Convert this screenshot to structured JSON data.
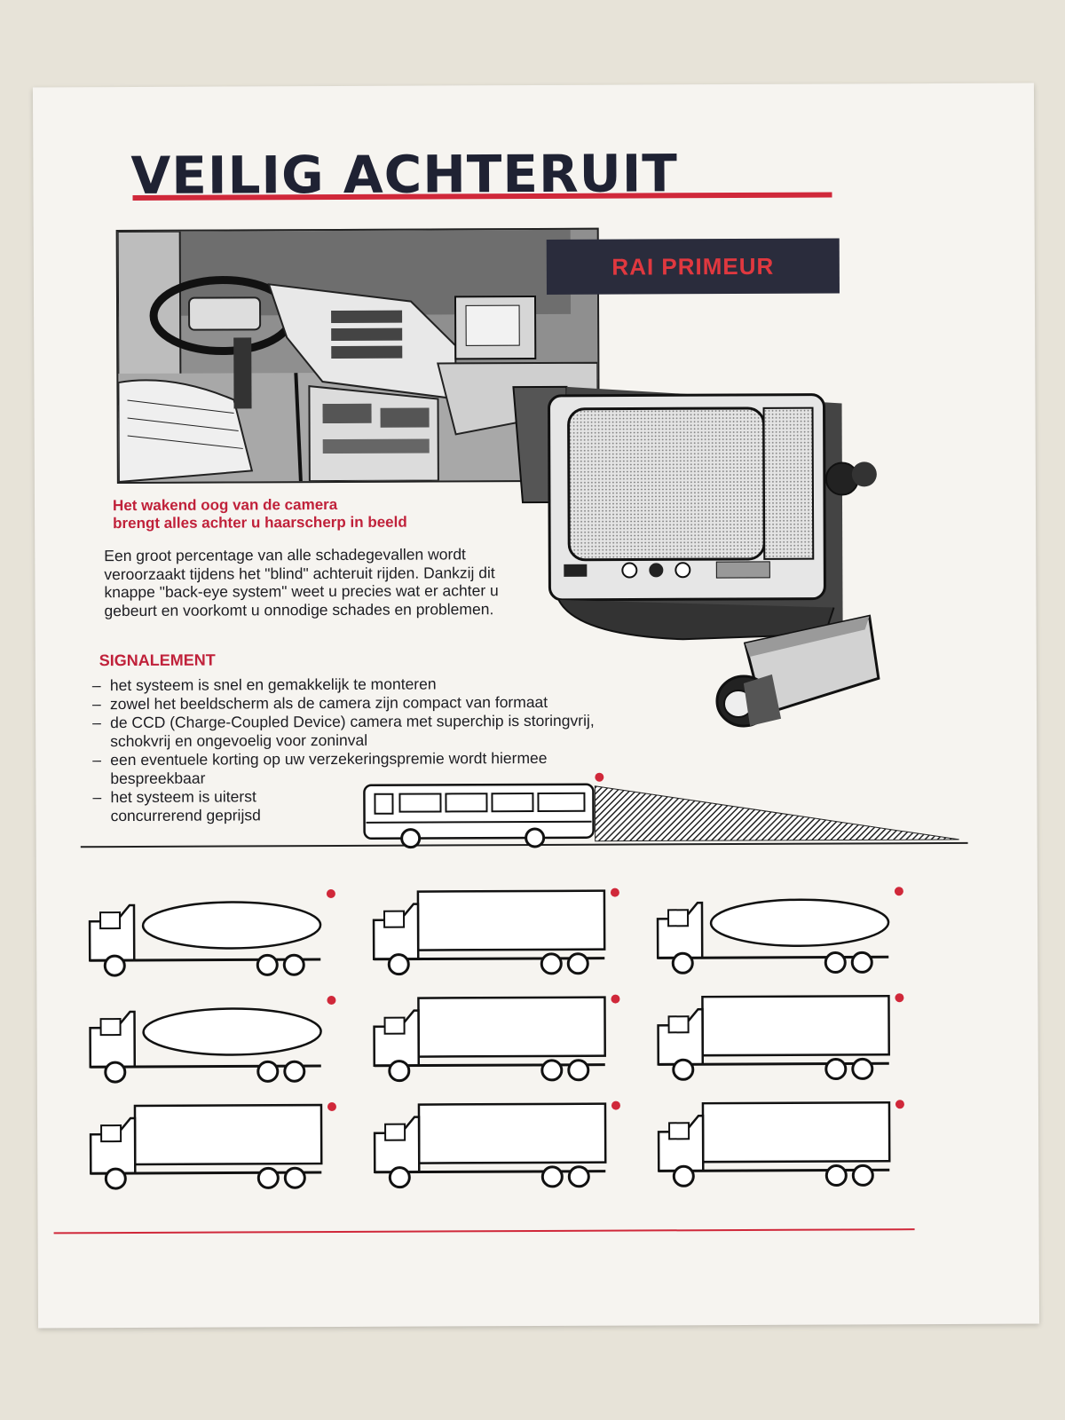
{
  "title": "VEILIG ACHTERUIT",
  "badge": "RAI PRIMEUR",
  "subhead": [
    "Het wakend oog van de camera",
    "brengt alles  achter u haarscherp in beeld"
  ],
  "intro": "Een groot percentage van alle schadegevallen wordt veroorzaakt tijdens het \"blind\" achteruit rijden. Dankzij dit knappe \"back-eye system\" weet u precies wat er achter u gebeurt en voorkomt u onnodige schades en problemen.",
  "signalement": {
    "heading": "SIGNALEMENT",
    "items": [
      "het systeem is snel en gemakkelijk te monteren",
      "zowel het beeldscherm als de camera zijn compact van formaat",
      "de CCD (Charge-Coupled Device) camera met superchip is storingvrij, schokvrij en ongevoelig voor zoninval",
      "een eventuele korting op uw verzekeringspremie wordt hiermee bespreekbaar",
      "het systeem is uiterst concurrerend geprijsd"
    ]
  },
  "colors": {
    "title": "#1f2233",
    "accent": "#d0283a",
    "badge_bg": "#2a2c3c"
  },
  "illustrations": {
    "cockpit": "bus-dashboard-illustration",
    "monitor": "monitor-illustration",
    "camera": "camera-illustration",
    "bus": "bus-illustration",
    "trucks": [
      "cement-mixer",
      "box-truck",
      "tanker-truck",
      "silo-semi",
      "delivery-van",
      "box-semi-trailer",
      "box-lorry",
      "flatbed-truck",
      "trailer-truck"
    ]
  }
}
